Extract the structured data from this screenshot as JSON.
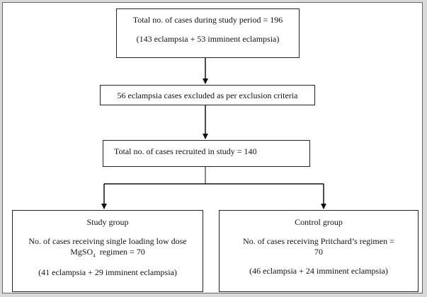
{
  "total_box": {
    "line1": "Total no. of cases during study period = 196",
    "line2": "(143 eclampsia + 53 imminent eclampsia)"
  },
  "excluded_box": {
    "line1": "56 eclampsia cases excluded as per exclusion criteria"
  },
  "recruited_box": {
    "line1": "Total no. of cases recruited in study = 140"
  },
  "study_group": {
    "title": "Study group",
    "line1": "No. of cases receiving single loading low dose",
    "line2_pre": "MgSO",
    "line2_sub": "4",
    "line2_post": "  regimen = 70",
    "line3": "(41 eclampsia + 29 imminent eclampsia)"
  },
  "control_group": {
    "title": "Control group",
    "line1": "No. of cases receiving Pritchard’s regimen =",
    "line2": "70",
    "line3": "(46 eclampsia + 24 imminent eclampsia)"
  }
}
